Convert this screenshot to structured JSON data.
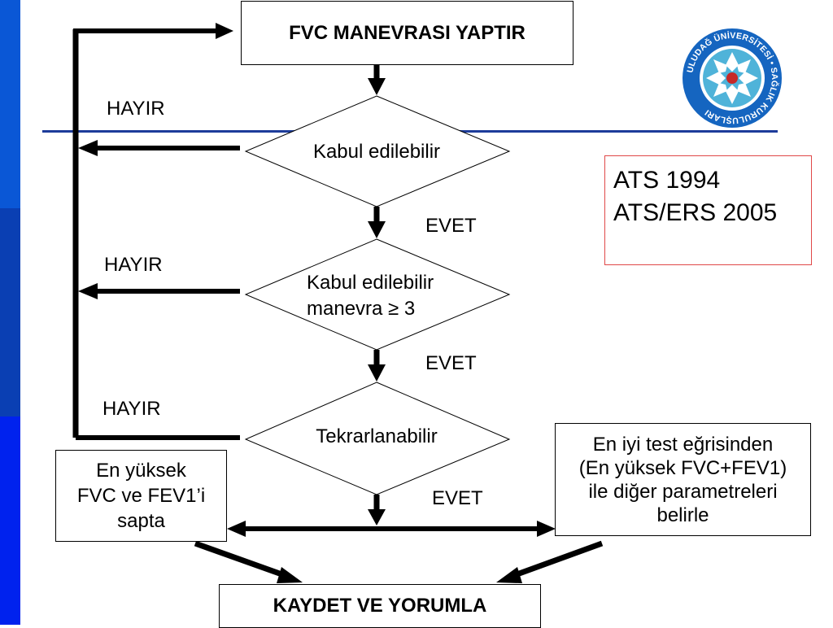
{
  "colors": {
    "sidebar_top": "#0a57d6",
    "sidebar_mid": "#0a3fb3",
    "sidebar_bottom": "#0022ee",
    "rule": "#1d3c9a",
    "logo_blue": "#1565c0",
    "logo_teal": "#4fb3d9",
    "ref_border": "#e04848"
  },
  "logo": {
    "ring_text": "ULUDAĞ ÜNİVERSİTESİ • SAĞLIK KURULUŞLARI"
  },
  "flow": {
    "start": "FVC MANEVRASI YAPTIR",
    "decisions": [
      {
        "line1": "Kabul edilebilir",
        "line2": ""
      },
      {
        "line1": "Kabul edilebilir",
        "line2": "manevra ≥ 3"
      },
      {
        "line1": "Tekrarlanabilir",
        "line2": ""
      }
    ],
    "no_label": "HAYIR",
    "yes_label": "EVET",
    "left_box": {
      "lines": [
        "En yüksek",
        "FVC ve FEV1’i",
        "sapta"
      ]
    },
    "right_box": {
      "lines": [
        "En iyi test eğrisinden",
        "(En yüksek FVC+FEV1)",
        "ile diğer parametreleri",
        "belirle"
      ]
    },
    "end": "KAYDET VE YORUMLA"
  },
  "reference": {
    "line1": "ATS 1994",
    "line2": "ATS/ERS 2005"
  }
}
